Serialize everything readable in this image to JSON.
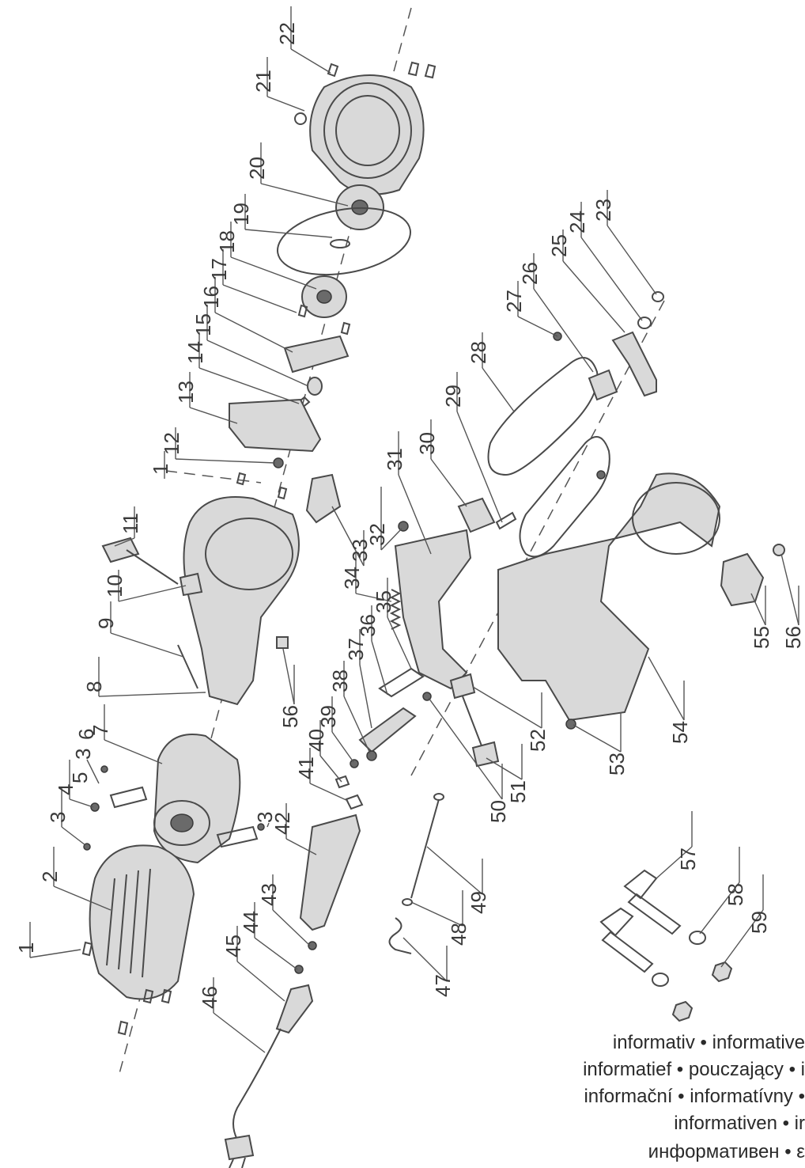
{
  "callouts": [
    "1",
    "2",
    "3",
    "3",
    "3",
    "4",
    "5",
    "6",
    "7",
    "8",
    "9",
    "10",
    "11",
    "1",
    "12",
    "13",
    "14",
    "15",
    "16",
    "17",
    "18",
    "19",
    "20",
    "21",
    "22",
    "23",
    "24",
    "25",
    "26",
    "27",
    "28",
    "29",
    "30",
    "31",
    "32",
    "33",
    "34",
    "35",
    "36",
    "37",
    "38",
    "39",
    "40",
    "41",
    "42",
    "43",
    "44",
    "45",
    "46",
    "47",
    "48",
    "49",
    "50",
    "51",
    "52",
    "53",
    "54",
    "55",
    "56",
    "56",
    "57",
    "58",
    "59"
  ],
  "legend": {
    "line1": "informativ • informative",
    "line2": "informatief • pouczający • i",
    "line3": "informační • informatívny •",
    "line4": "informativen • ir",
    "line5": "информативен • ε"
  }
}
